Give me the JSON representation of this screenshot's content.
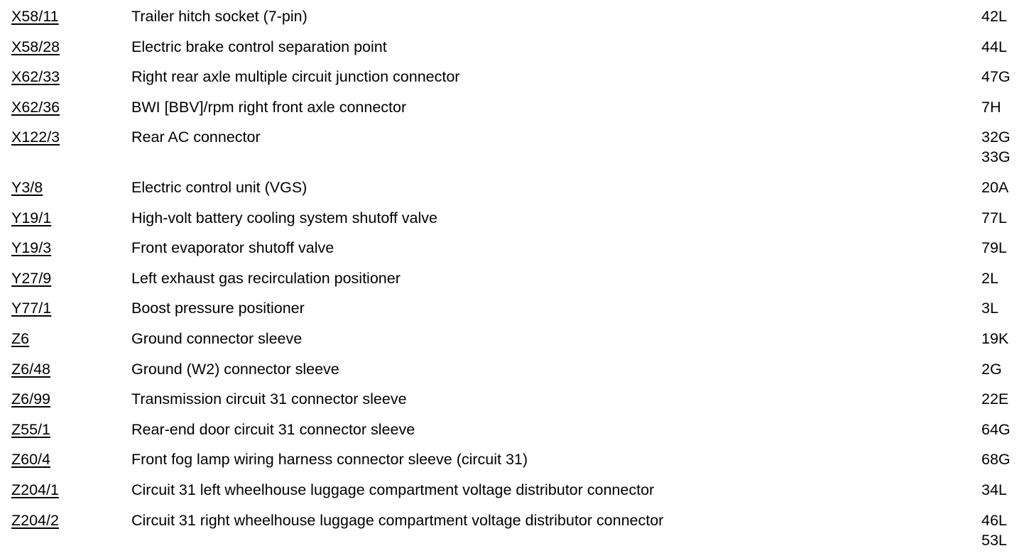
{
  "legend": {
    "rows": [
      {
        "code": "X58/11",
        "description": "Trailer hitch socket (7-pin)",
        "locations": [
          "42L"
        ]
      },
      {
        "code": "X58/28",
        "description": "Electric brake control separation point",
        "locations": [
          "44L"
        ]
      },
      {
        "code": "X62/33",
        "description": "Right rear axle multiple circuit junction connector",
        "locations": [
          "47G"
        ]
      },
      {
        "code": "X62/36",
        "description": "BWI [BBV]/rpm right front axle connector",
        "locations": [
          "7H"
        ]
      },
      {
        "code": "X122/3",
        "description": "Rear AC connector",
        "locations": [
          "32G",
          "33G"
        ]
      },
      {
        "code": "Y3/8",
        "description": "Electric control unit (VGS)",
        "locations": [
          "20A"
        ]
      },
      {
        "code": "Y19/1",
        "description": "High-volt battery cooling system shutoff valve",
        "locations": [
          "77L"
        ]
      },
      {
        "code": "Y19/3",
        "description": "Front evaporator shutoff valve",
        "locations": [
          "79L"
        ]
      },
      {
        "code": "Y27/9",
        "description": "Left exhaust gas recirculation positioner",
        "locations": [
          "2L"
        ]
      },
      {
        "code": "Y77/1",
        "description": "Boost pressure positioner",
        "locations": [
          "3L"
        ]
      },
      {
        "code": "Z6",
        "description": "Ground connector sleeve",
        "locations": [
          "19K"
        ]
      },
      {
        "code": "Z6/48",
        "description": "Ground (W2) connector sleeve",
        "locations": [
          "2G"
        ]
      },
      {
        "code": "Z6/99",
        "description": "Transmission circuit 31 connector sleeve",
        "locations": [
          "22E"
        ]
      },
      {
        "code": "Z55/1",
        "description": "Rear-end door circuit 31 connector sleeve",
        "locations": [
          "64G"
        ]
      },
      {
        "code": "Z60/4",
        "description": "Front fog lamp wiring harness connector sleeve (circuit 31)",
        "locations": [
          "68G"
        ]
      },
      {
        "code": "Z204/1",
        "description": "Circuit 31 left wheelhouse luggage compartment voltage distributor connector",
        "locations": [
          "34L"
        ]
      },
      {
        "code": "Z204/2",
        "description": "Circuit 31 right wheelhouse luggage compartment voltage distributor connector",
        "locations": [
          "46L",
          "53L"
        ]
      }
    ]
  }
}
